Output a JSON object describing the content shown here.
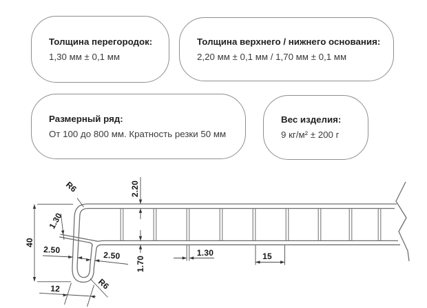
{
  "spec_cards": {
    "partition_thickness": {
      "title": "Толщина перегородок:",
      "value": "1,30 мм ± 0,1 мм"
    },
    "base_thickness": {
      "title": "Толщина верхнего / нижнего основания:",
      "value": "2,20 мм ± 0,1 мм / 1,70 мм ± 0,1 мм"
    },
    "size_range": {
      "title": "Размерный ряд:",
      "value": "От 100 до 800 мм. Кратность резки 50 мм"
    },
    "product_weight": {
      "title": "Вес изделия:",
      "value": "9 кг/м² ± 200 г"
    }
  },
  "drawing": {
    "dims": {
      "radius_top": "R6",
      "top_wall": "2.20",
      "front_wall_diag": "1.30",
      "height": "40",
      "front_wall": "2.50",
      "back_wall": "2.50",
      "bottom_wall": "1.70",
      "partition": "1.30",
      "chamber_width": "15",
      "nose_width": "12",
      "radius_bottom": "R6"
    },
    "colors": {
      "profile_line": "#6e6e6e",
      "dimension_line": "#4a4a4a",
      "dim_text": "#161616",
      "card_border": "#8d8d8d"
    }
  }
}
